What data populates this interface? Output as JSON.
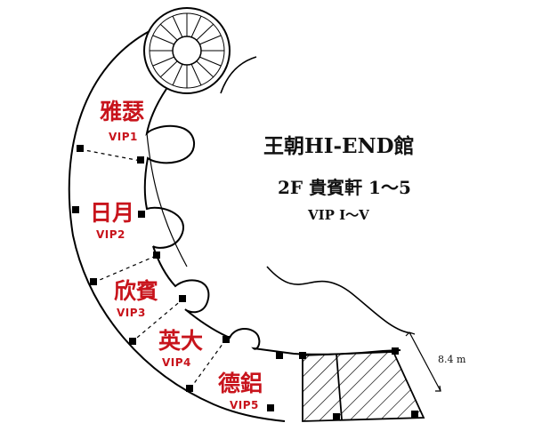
{
  "title": {
    "line1": "王朝HI-END館",
    "line2": "2F 貴賓軒 1～5",
    "line3": "VIP Ⅰ～Ⅴ"
  },
  "rooms": [
    {
      "name": "雅瑟",
      "code": "VIP1"
    },
    {
      "name": "日月",
      "code": "VIP2"
    },
    {
      "name": "欣賓",
      "code": "VIP3"
    },
    {
      "name": "英大",
      "code": "VIP4"
    },
    {
      "name": "德鋁",
      "code": "VIP5"
    }
  ],
  "dimension": "8.4 m",
  "colors": {
    "room_label": "#c8141c",
    "line": "#000000"
  }
}
